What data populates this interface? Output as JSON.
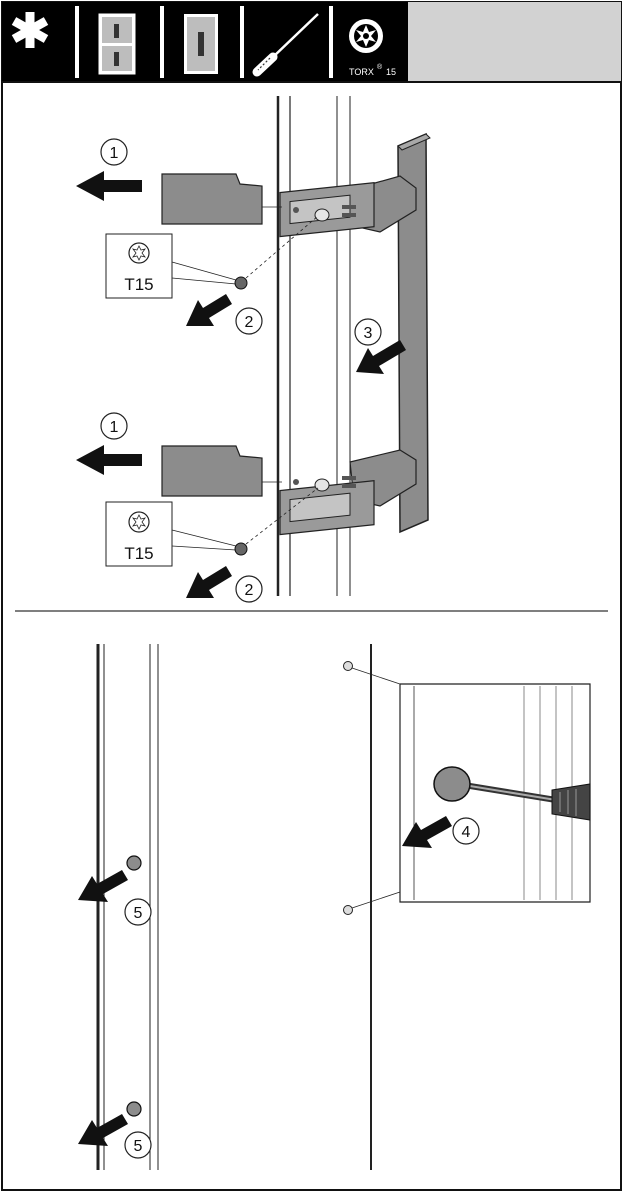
{
  "toolbar": {
    "icons": [
      "asterisk-icon",
      "fridge-freezer-door-icon",
      "door-handle-icon",
      "screwdriver-icon",
      "torx-star-icon"
    ],
    "torx_label": "TORX",
    "torx_reg": "®",
    "torx_size": "15"
  },
  "step1": {
    "callout_1": "1",
    "callout_2": "2",
    "callout_3": "3",
    "tool_label": "T15"
  },
  "step2": {
    "callout_4": "4",
    "callout_5": "5"
  },
  "colors": {
    "toolbar_bg": "#000000",
    "panel_grey": "#d2d2d2",
    "part_grey": "#8c8c8c",
    "dark": "#1a1a1a"
  }
}
